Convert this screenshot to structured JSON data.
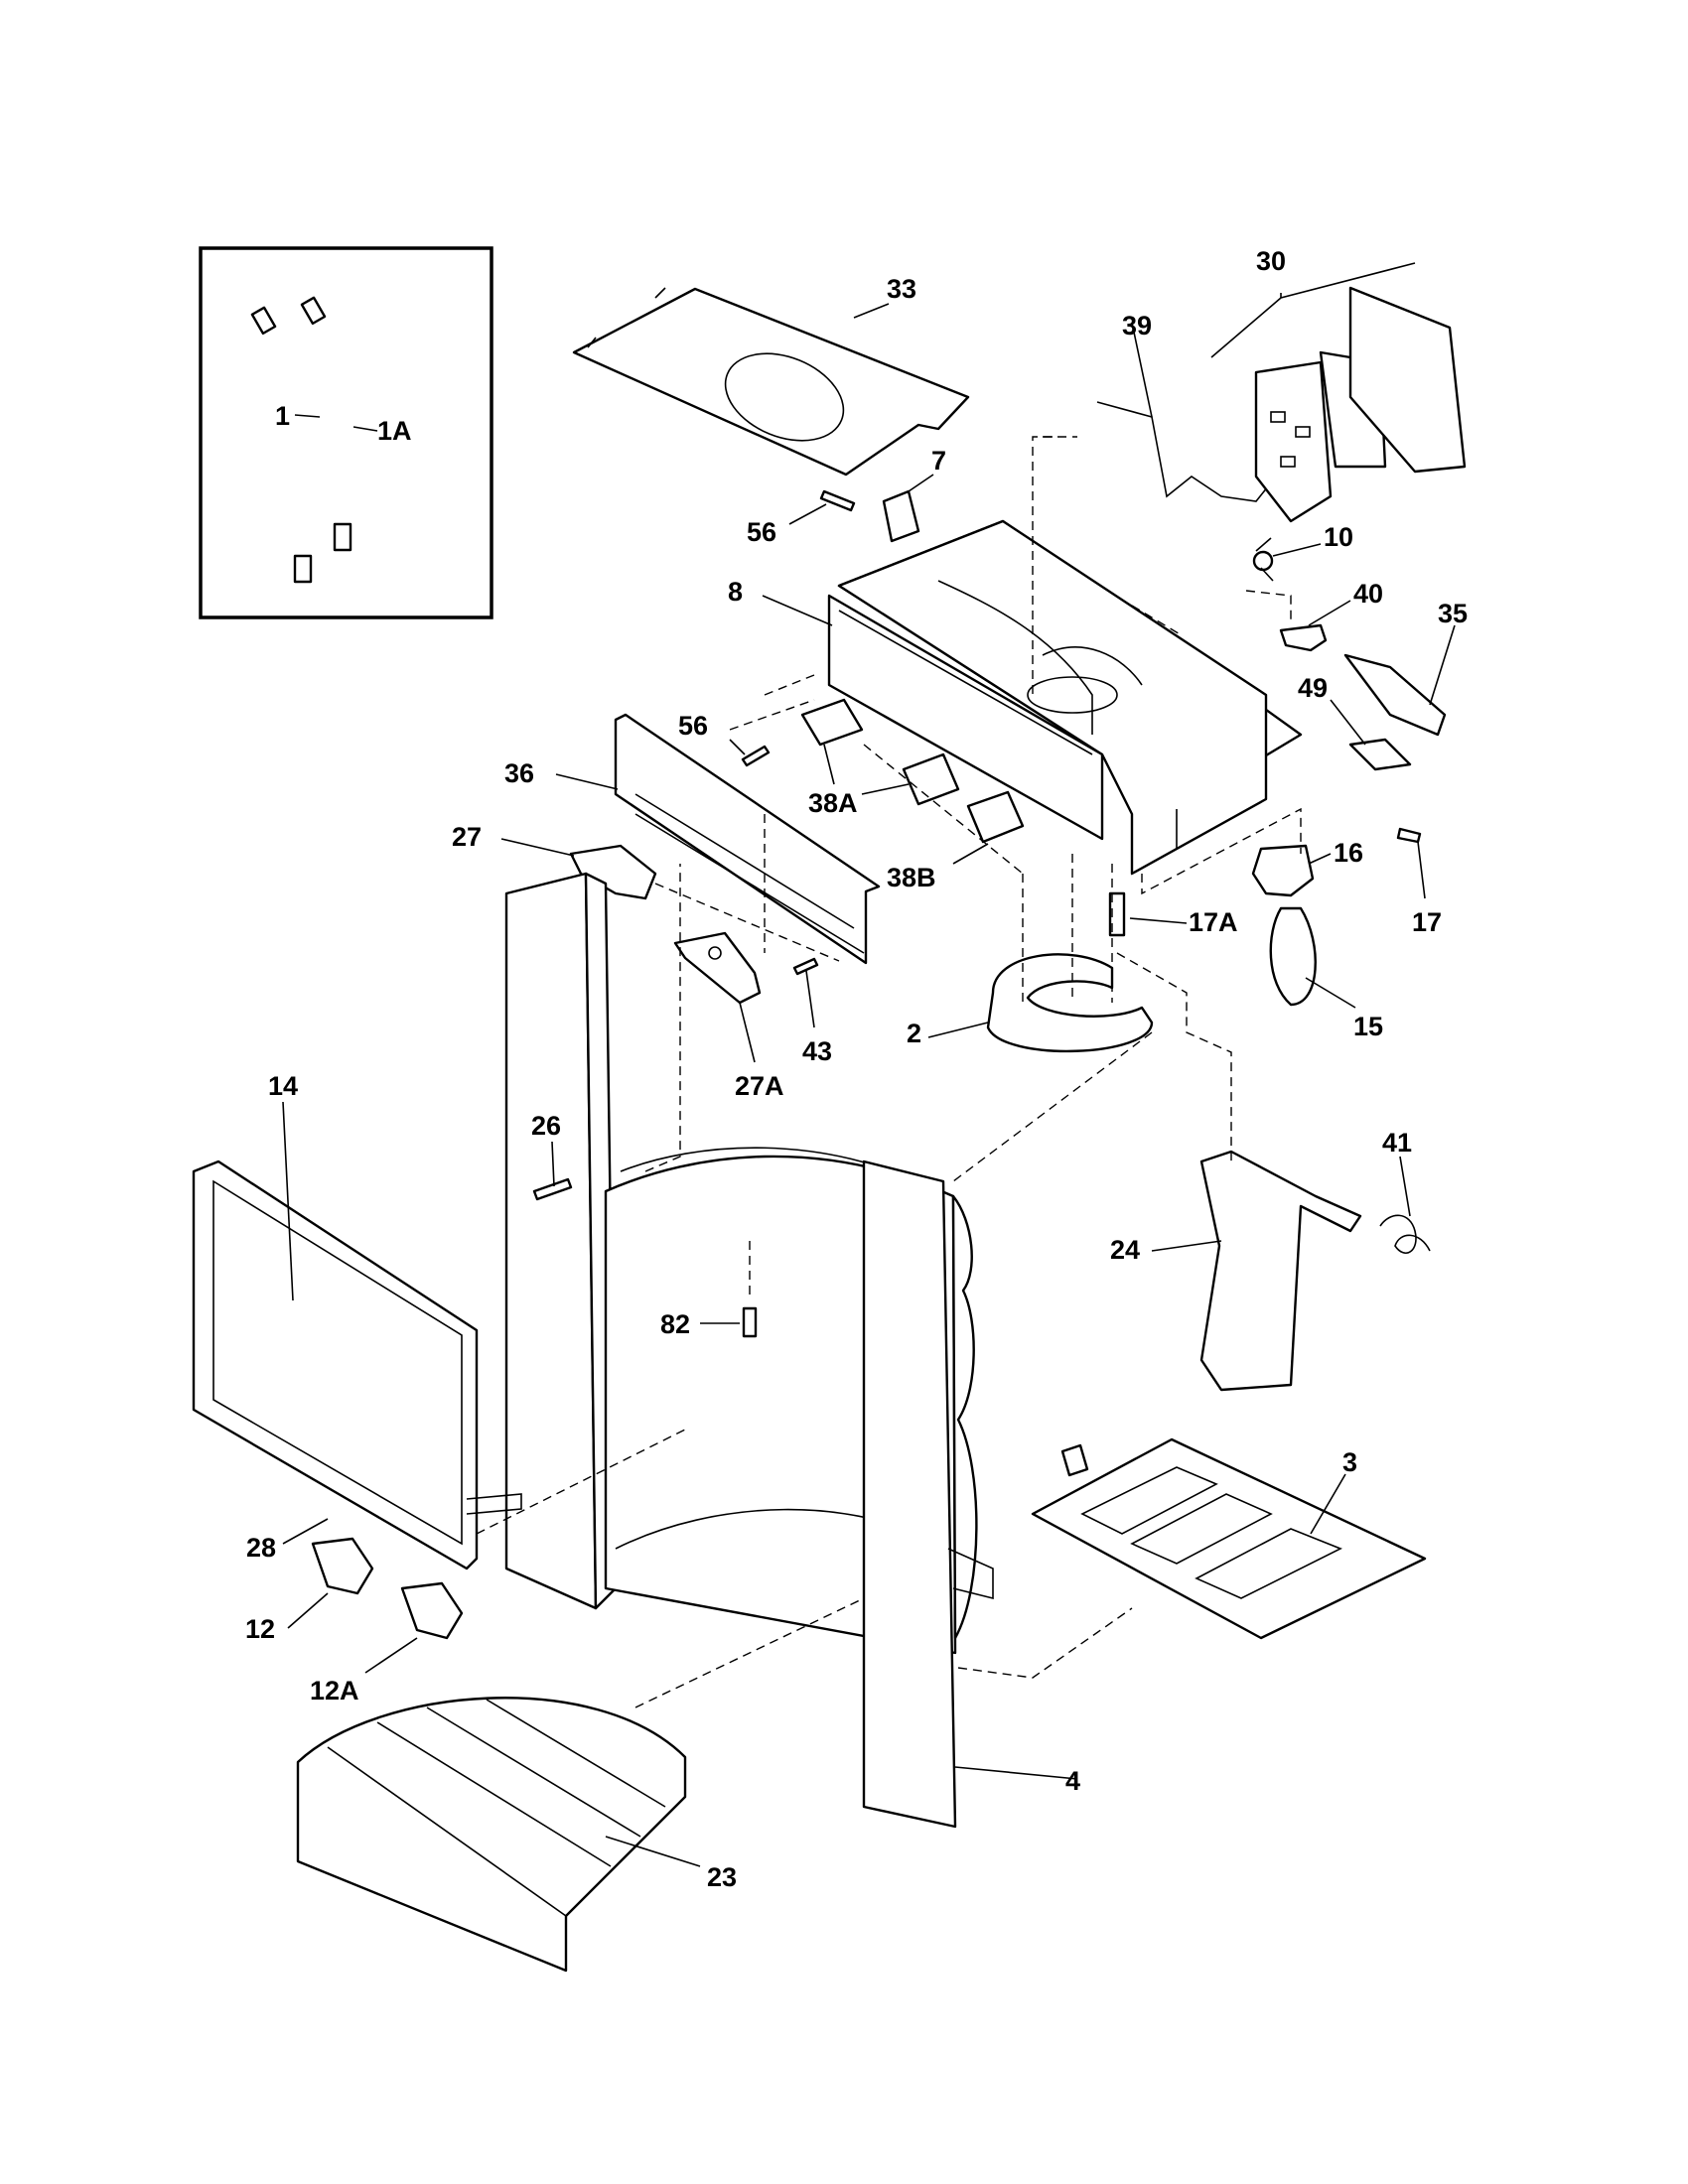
{
  "colors": {
    "line": "#000000",
    "background": "#ffffff"
  },
  "labels": {
    "p1": "1",
    "p1A": "1A",
    "p2": "2",
    "p3": "3",
    "p4": "4",
    "p7": "7",
    "p8": "8",
    "p10": "10",
    "p12": "12",
    "p12A": "12A",
    "p14": "14",
    "p15": "15",
    "p16": "16",
    "p17": "17",
    "p17A": "17A",
    "p23": "23",
    "p24": "24",
    "p26": "26",
    "p27": "27",
    "p27A": "27A",
    "p28": "28",
    "p30": "30",
    "p33": "33",
    "p35": "35",
    "p36": "36",
    "p38A": "38A",
    "p38B": "38B",
    "p39": "39",
    "p40": "40",
    "p41": "41",
    "p43": "43",
    "p49": "49",
    "p56a": "56",
    "p56b": "56",
    "p82": "82"
  }
}
